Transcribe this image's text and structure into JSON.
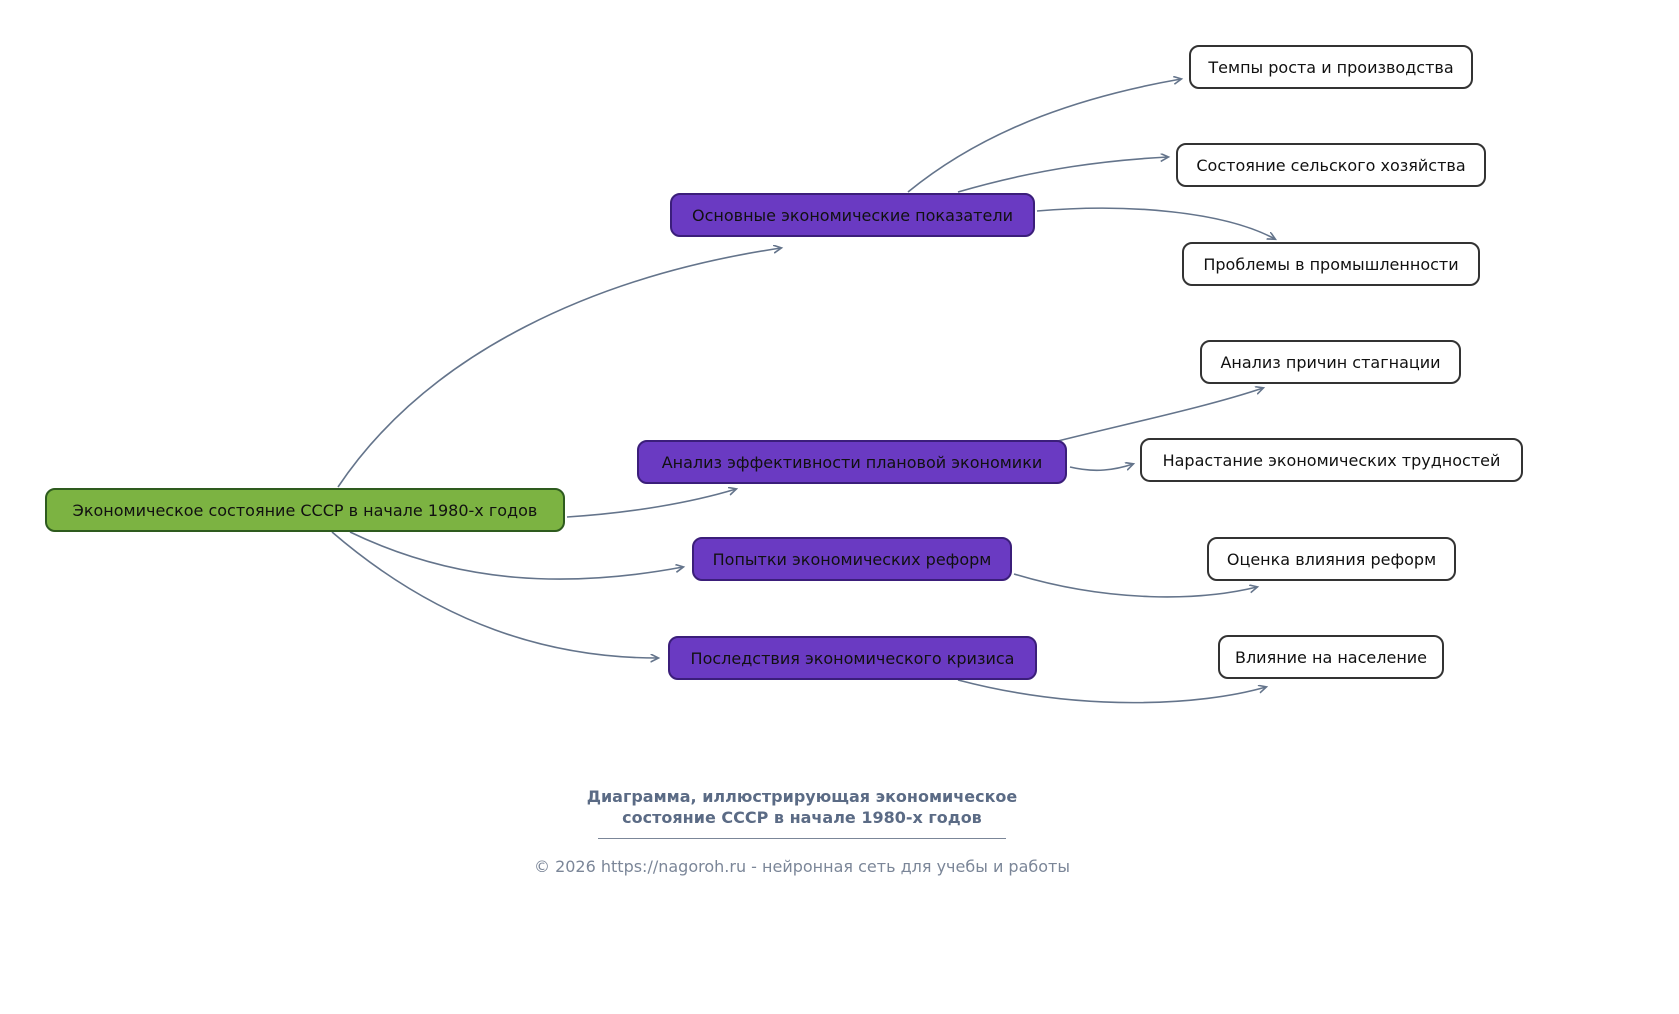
{
  "colors": {
    "root_fill": "#7cb342",
    "root_border": "#2e5b1e",
    "branch_fill": "#6a3ac2",
    "branch_border": "#3b1e7a",
    "leaf_fill": "#ffffff",
    "leaf_border": "#333333",
    "arrow": "#64748b",
    "footer_title": "#5b6b85",
    "footer_text": "#7b8698"
  },
  "diagram": {
    "type": "mindmap",
    "root": {
      "label": "Экономическое состояние СССР в начале 1980-х годов"
    },
    "branches": [
      {
        "label": "Основные экономические показатели",
        "children": [
          {
            "label": "Темпы роста и производства"
          },
          {
            "label": "Состояние сельского хозяйства"
          },
          {
            "label": "Проблемы в промышленности"
          }
        ]
      },
      {
        "label": "Анализ эффективности плановой экономики",
        "children": [
          {
            "label": "Анализ причин стагнации"
          },
          {
            "label": "Нарастание экономических трудностей"
          }
        ]
      },
      {
        "label": "Попытки экономических реформ",
        "children": [
          {
            "label": "Оценка влияния реформ"
          }
        ]
      },
      {
        "label": "Последствия экономического кризиса",
        "children": [
          {
            "label": "Влияние на население"
          }
        ]
      }
    ]
  },
  "footer": {
    "caption_line1": "Диаграмма, иллюстрирующая экономическое",
    "caption_line2": "состояние СССР в начале 1980-х годов",
    "copyright": "© 2026 https://nagoroh.ru - нейронная сеть для учебы и работы"
  }
}
